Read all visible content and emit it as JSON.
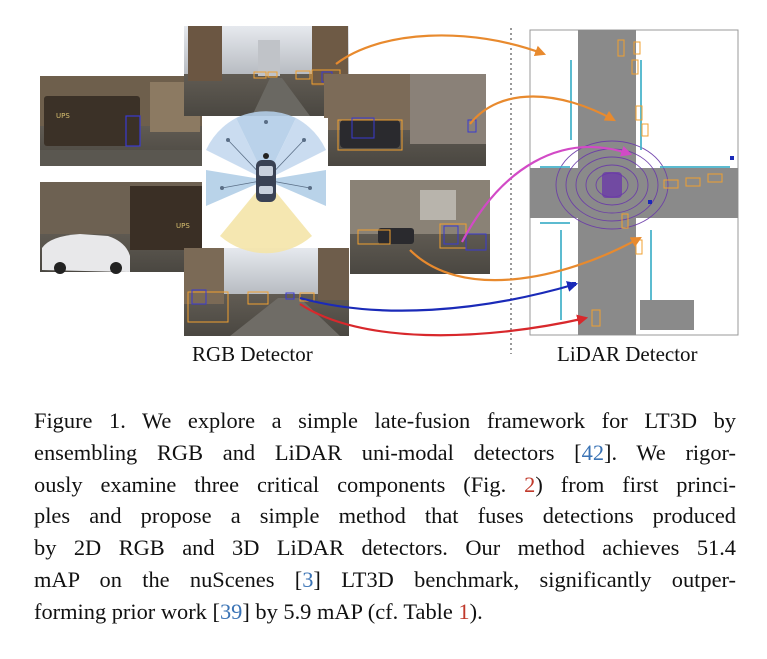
{
  "figure": {
    "rgb_label": "RGB Detector",
    "lidar_label": "LiDAR Detector",
    "colors": {
      "orange": "#e88a2e",
      "magenta": "#d24ac6",
      "blue": "#1a2ab8",
      "red": "#d8282c",
      "box_orange": "#f0a030",
      "box_blue": "#3a3ad0",
      "lidar_purple": "#6a3aa8",
      "lidar_cyan": "#40b0c8",
      "lidar_road": "#808080"
    }
  },
  "caption": {
    "lines": [
      [
        {
          "t": "Figure 1. We explore a simple late-fusion framework for LT3D by"
        }
      ],
      [
        {
          "t": "ensembling RGB and LiDAR uni-modal detectors ["
        },
        {
          "t": "42",
          "c": "blue"
        },
        {
          "t": "]. We rigor-"
        }
      ],
      [
        {
          "t": "ously examine three critical components (Fig. "
        },
        {
          "t": "2",
          "c": "red"
        },
        {
          "t": ") from first princi-"
        }
      ],
      [
        {
          "t": "ples and propose a simple method that fuses detections produced"
        }
      ],
      [
        {
          "t": "by 2D RGB and 3D LiDAR detectors. Our method achieves 51.4"
        }
      ],
      [
        {
          "t": "mAP on the nuScenes ["
        },
        {
          "t": "3",
          "c": "blue"
        },
        {
          "t": "] LT3D benchmark, significantly outper-"
        }
      ],
      [
        {
          "t": "forming prior work ["
        },
        {
          "t": "39",
          "c": "blue"
        },
        {
          "t": "] by 5.9 mAP (cf. Table "
        },
        {
          "t": "1",
          "c": "red"
        },
        {
          "t": ")."
        }
      ]
    ]
  }
}
